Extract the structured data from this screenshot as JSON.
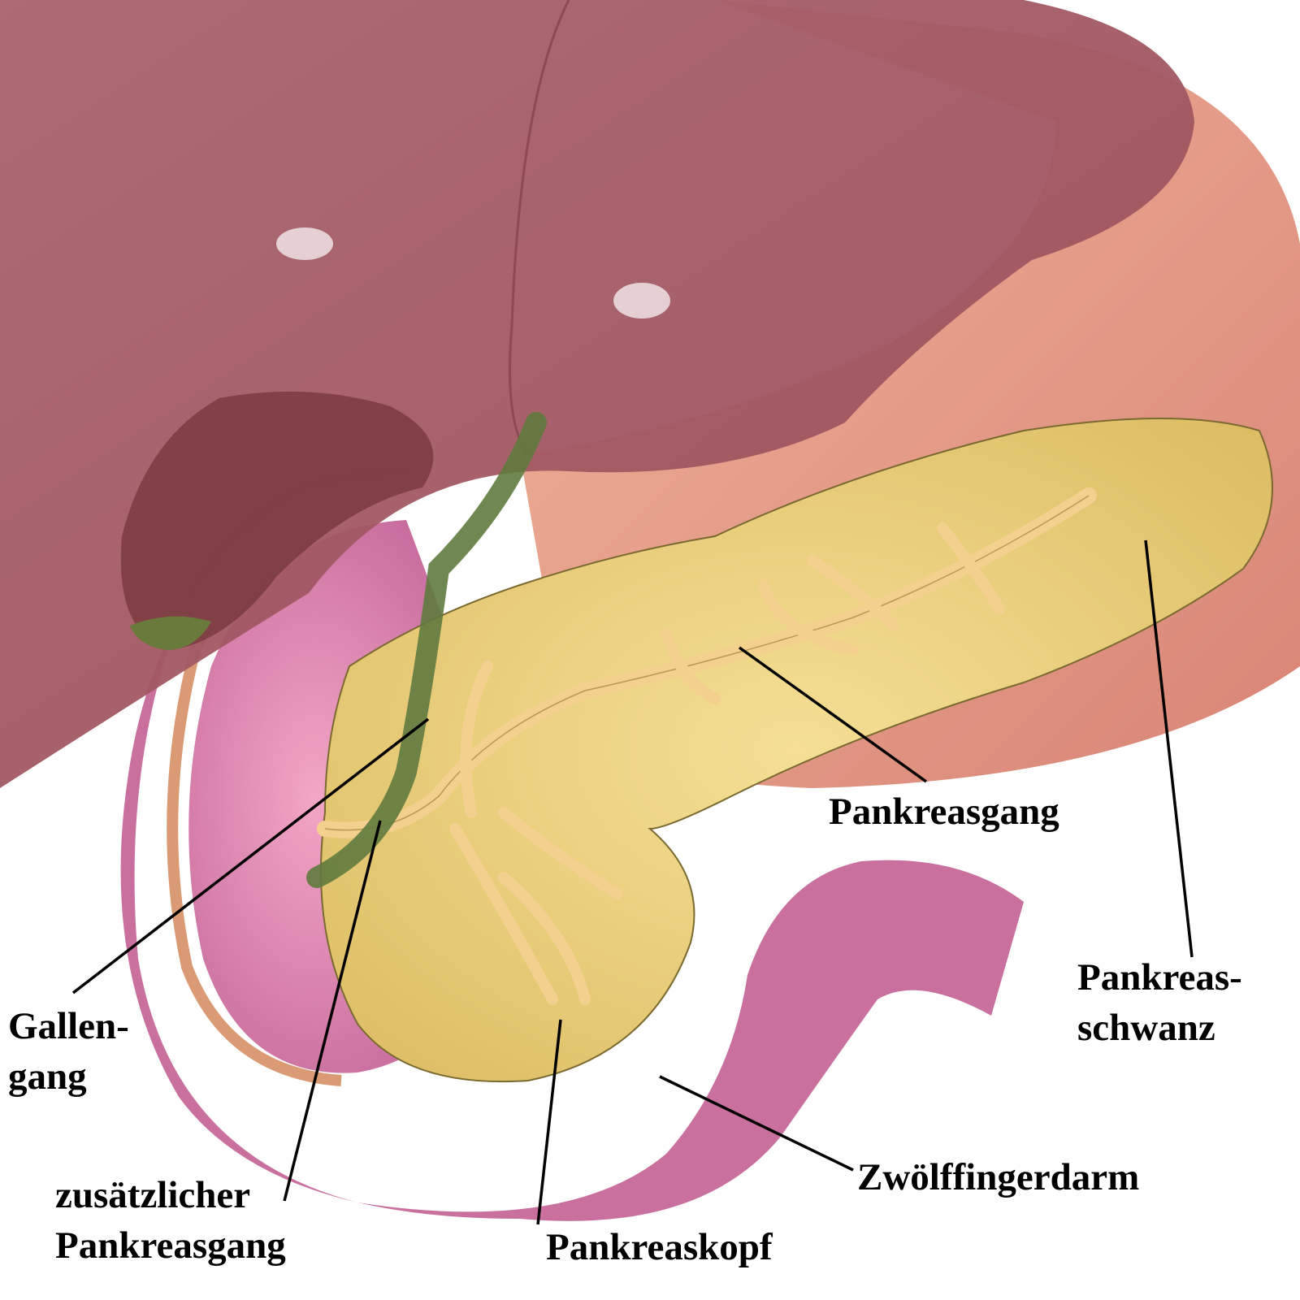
{
  "labels": {
    "pancreatic_duct": "Pankreasgang",
    "pancreas_tail": [
      "Pankreas-",
      "schwanz"
    ],
    "bile_duct": [
      "Gallen-",
      "gang"
    ],
    "accessory_duct": [
      "zusätzlicher",
      "Pankreasgang"
    ],
    "pancreas_head": "Pankreaskopf",
    "duodenum": "Zwölffingerdarm"
  },
  "colors": {
    "liver": "#a5606b",
    "stomach": "#e39a86",
    "duodenum": "#d77aa8",
    "pancreas": "#e8cc78",
    "bile_duct": "#5f7a3e",
    "gallbladder": "#7a3b40"
  }
}
